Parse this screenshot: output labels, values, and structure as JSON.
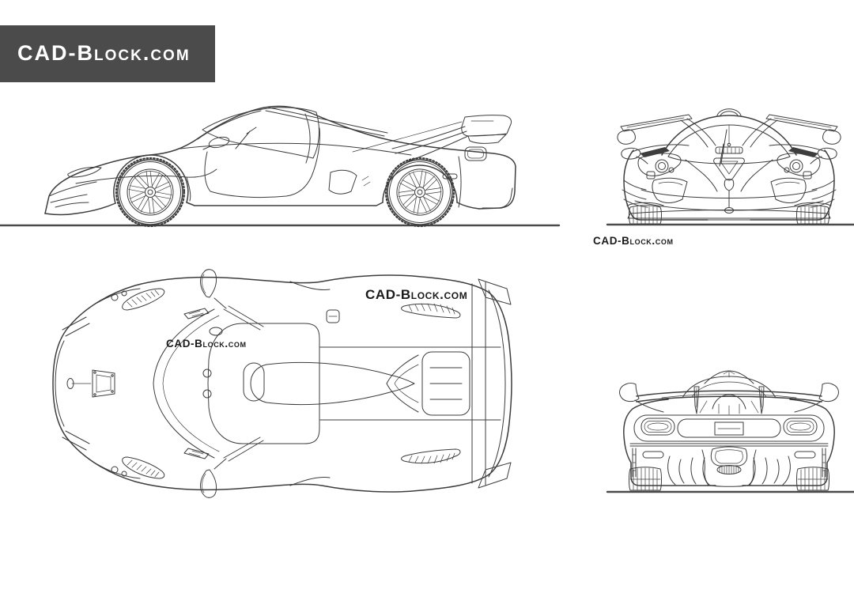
{
  "logo": {
    "text": "CAD-Block.com"
  },
  "watermarks": {
    "front_view": {
      "text": "CAD-Block.com"
    },
    "top_view_large": {
      "text": "CAD-Block.com"
    },
    "top_view_small": {
      "text": "CAD-Block.com"
    }
  },
  "colors": {
    "background": "#ffffff",
    "line": "#3d3d3d",
    "ground": "#4a4a4a",
    "logo_background": "#4b4b4b",
    "logo_text": "#ffffff",
    "watermark_text": "#1a1a1a"
  }
}
